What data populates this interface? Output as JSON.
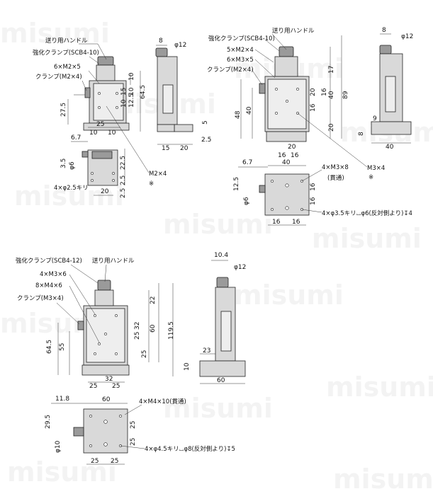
{
  "watermark": "misumi",
  "top_left": {
    "labels": {
      "handle": "送り用ハンドル",
      "strong_clamp": "強化クランプ(SCB4-10)",
      "holes": "6×M2×5",
      "clamp": "クランプ(M2×4)",
      "bolt": "M2×4",
      "note": "※",
      "base_holes": "4×φ2.5キリ"
    },
    "dims": {
      "d1": "10",
      "d2": "15",
      "d3": "10",
      "d4": "10",
      "d5": "12.5",
      "d6": "64.5",
      "d7": "27.5",
      "d8": "25",
      "d9": "10",
      "d10": "10",
      "d11": "6.7",
      "d12": "3.5",
      "d13": "φ6",
      "d14": "22.5",
      "d15": "2.5",
      "d16": "20",
      "d17": "2.5",
      "s1": "8",
      "s2": "φ12",
      "s3": "5",
      "s4": "15",
      "s5": "20",
      "s6": "2.5"
    }
  },
  "top_right": {
    "labels": {
      "strong_clamp": "強化クランプ(SCB4-10)",
      "handle": "送り用ハンドル",
      "holes1": "5×M2×4",
      "holes2": "6×M3×5",
      "clamp": "クランプ(M2×4)",
      "thru": "4×M3×8",
      "thru_note": "(貫通)",
      "bolt": "M3×4",
      "note": "※",
      "cbore": "4×φ3.5キリ⌴φ6(反対側より)↧4"
    },
    "dims": {
      "d1": "17",
      "d2": "89",
      "d3": "20",
      "d4": "16",
      "d5": "40",
      "d6": "16",
      "d7": "48",
      "d8": "40",
      "d9": "20",
      "d10": "16",
      "d11": "16",
      "d12": "20",
      "d13": "40",
      "d14": "6.7",
      "d15": "12.5",
      "d16": "φ6",
      "d17": "16",
      "d18": "16",
      "d19": "16",
      "d20": "16",
      "s1": "8",
      "s2": "φ12",
      "s3": "9",
      "s4": "8",
      "s5": "40"
    }
  },
  "bottom": {
    "labels": {
      "strong_clamp": "強化クランプ(SCB4-12)",
      "handle": "送り用ハンドル",
      "holes1": "4×M3×6",
      "holes2": "8×M4×6",
      "clamp": "クランプ(M3×4)",
      "thru": "4×M4×10(貫通)",
      "cbore": "4×φ4.5キリ⌴φ8(反対側より)↧5"
    },
    "dims": {
      "d1": "22",
      "d2": "32",
      "d3": "60",
      "d4": "119.5",
      "d5": "25",
      "d6": "25",
      "d7": "64.5",
      "d8": "55",
      "d9": "25",
      "d10": "32",
      "d11": "25",
      "d12": "11.8",
      "d13": "60",
      "d14": "29.5",
      "d15": "φ10",
      "d16": "25",
      "d17": "25",
      "d18": "25",
      "d19": "25",
      "s1": "10.4",
      "s2": "φ12",
      "s3": "23",
      "s4": "10",
      "s5": "60"
    }
  }
}
